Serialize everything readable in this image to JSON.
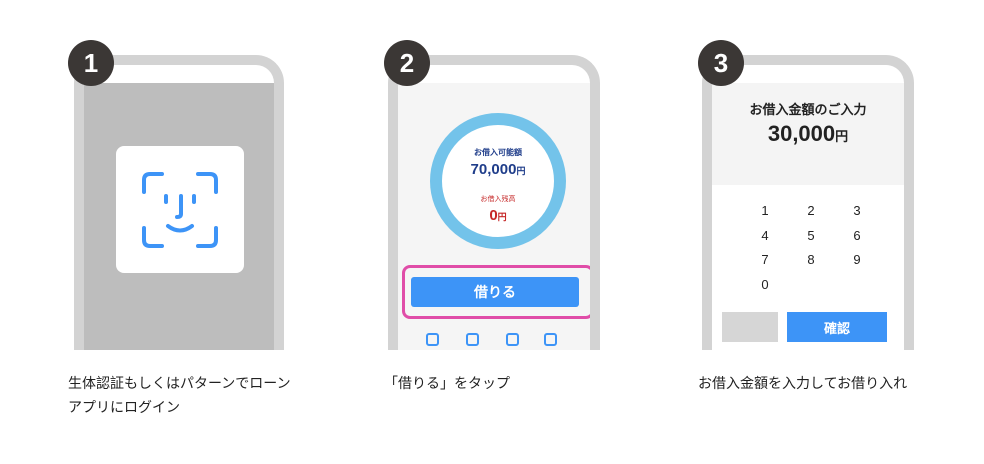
{
  "steps": [
    {
      "number": "1",
      "caption": "生体認証もしくはパターンでローンアプリにログイン"
    },
    {
      "number": "2",
      "available_label": "お借入可能額",
      "available_value": "70,000",
      "unit": "円",
      "balance_label": "お借入残高",
      "balance_value": "0",
      "borrow_button": "借りる",
      "caption": "「借りる」をタップ"
    },
    {
      "number": "3",
      "title": "お借入金額のご入力",
      "amount": "30,000",
      "unit": "円",
      "keypad": [
        "1",
        "2",
        "3",
        "4",
        "5",
        "6",
        "7",
        "8",
        "9",
        "0"
      ],
      "confirm_button": "確認",
      "caption": "お借入金額を入力してお借り入れ"
    }
  ],
  "colors": {
    "badge": "#3b3735",
    "phone_frame": "#d3d3d3",
    "accent_blue": "#3d94f7",
    "ring": "#73c3ea",
    "highlight": "#e04da8",
    "navy_text": "#1f3d8a",
    "red_text": "#c62828"
  },
  "icons": [
    "face-id-icon"
  ]
}
